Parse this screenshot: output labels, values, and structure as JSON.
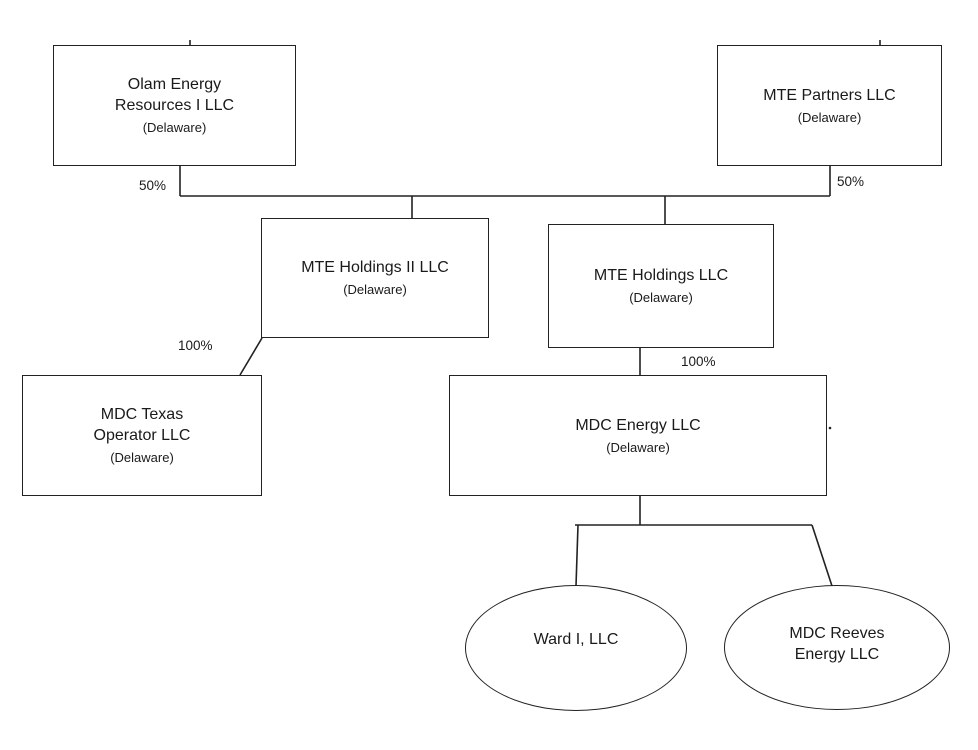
{
  "entities": {
    "olam": {
      "name": "Olam Energy\nResources I LLC",
      "jurisdiction": "(Delaware)"
    },
    "mte_partners": {
      "name": "MTE Partners LLC",
      "jurisdiction": "(Delaware)"
    },
    "mte_holdings_ii": {
      "name": "MTE Holdings II LLC",
      "jurisdiction": "(Delaware)"
    },
    "mte_holdings": {
      "name": "MTE Holdings LLC",
      "jurisdiction": "(Delaware)"
    },
    "mdc_texas": {
      "name": "MDC Texas\nOperator LLC",
      "jurisdiction": "(Delaware)"
    },
    "mdc_energy": {
      "name": "MDC Energy LLC",
      "jurisdiction": "(Delaware)"
    },
    "ward": {
      "name": "Ward I, LLC"
    },
    "mdc_reeves": {
      "name": "MDC Reeves\nEnergy LLC"
    }
  },
  "ownership": {
    "olam_pct": "50%",
    "mte_partners_pct": "50%",
    "mdc_texas_pct": "100%",
    "mdc_energy_pct": "100%"
  }
}
